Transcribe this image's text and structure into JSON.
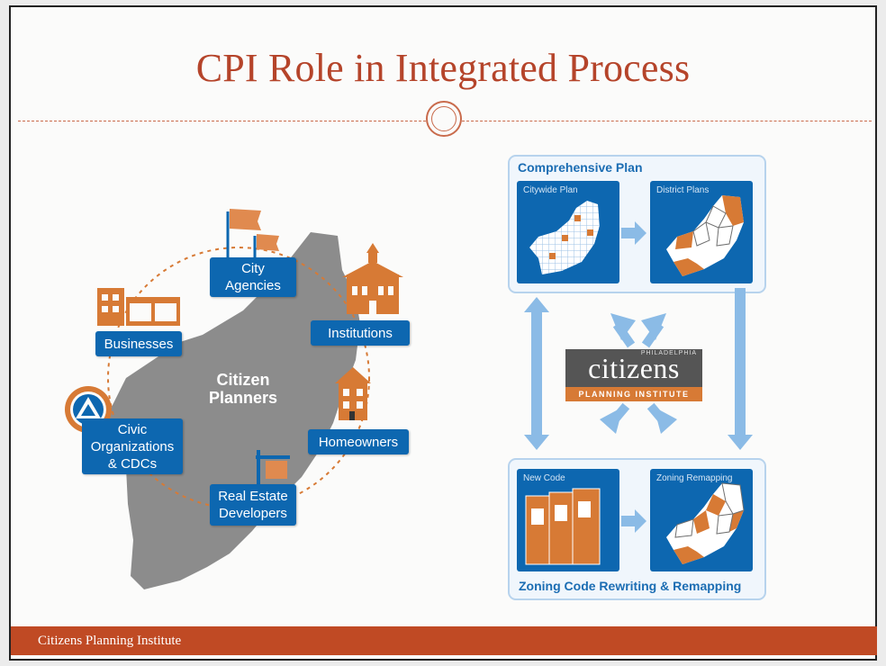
{
  "slide": {
    "title": "CPI Role in Integrated Process",
    "footer": "Citizens Planning Institute"
  },
  "left_diagram": {
    "center": "Citizen\nPlanners",
    "stakeholders": {
      "city_agencies": "City\nAgencies",
      "institutions": "Institutions",
      "businesses": "Businesses",
      "homeowners": "Homeowners",
      "civic": "Civic\nOrganizations\n& CDCs",
      "real_estate": "Real Estate\nDevelopers"
    }
  },
  "right_diagram": {
    "comprehensive_plan": "Comprehensive Plan",
    "citywide_plan": "Citywide Plan",
    "district_plans": "District Plans",
    "new_code": "New Code",
    "zoning_remapping": "Zoning Remapping",
    "zoning_code_rewriting": "Zoning Code Rewriting & Remapping",
    "logo": {
      "top": "PHILADELPHIA",
      "main": "citizens",
      "sub": "PLANNING INSTITUTE"
    }
  },
  "colors": {
    "title": "#b5442a",
    "blue": "#0d67b0",
    "orange": "#d77a35",
    "gray_map": "#8c8c8c",
    "footer": "#c04a24"
  }
}
